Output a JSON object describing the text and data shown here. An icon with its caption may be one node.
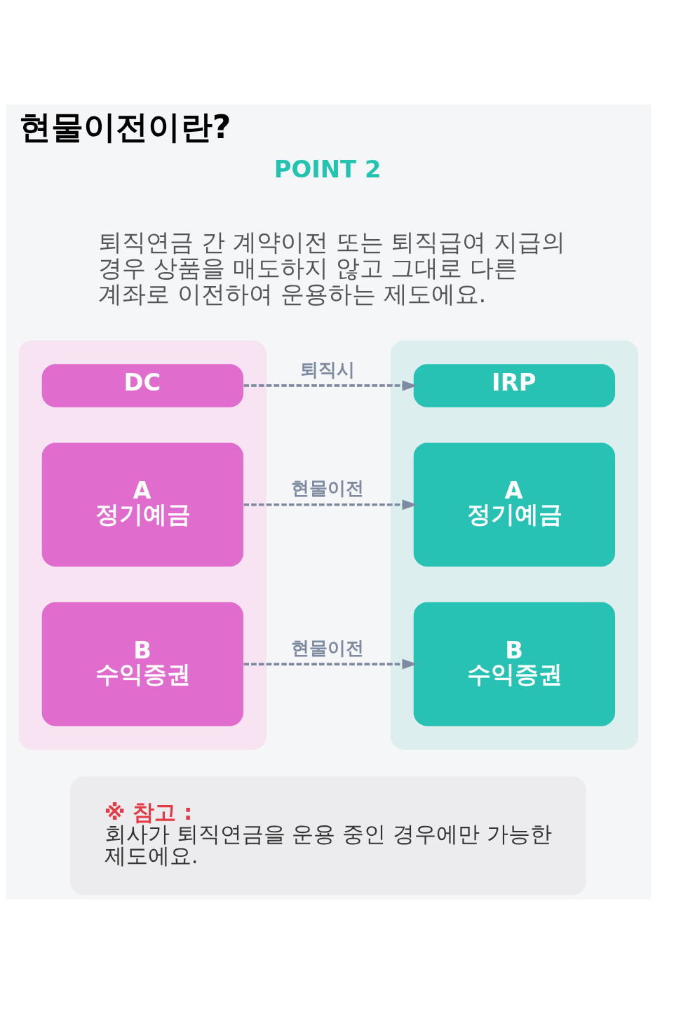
{
  "diagram": {
    "title": "현물이전이란?",
    "nodes": [
      {
        "text": [],
        "shape": "box"
      },
      {
        "text": [
          "DC"
        ],
        "in": 0
      },
      {
        "text": [
          "A",
          "정기예금"
        ],
        "in": 0
      },
      {
        "text": [
          "B",
          "수익증권"
        ],
        "in": 0
      },
      {
        "text": [],
        "shape": "box"
      },
      {
        "text": [
          "IRP"
        ],
        "in": 4
      },
      {
        "text": [
          "A",
          "정기예금"
        ],
        "in": 4
      },
      {
        "text": [
          "B",
          "수익증권"
        ],
        "in": 4
      },
      {
        "text": [
          "※ 참고 :",
          "회사가 퇴직연금을 운용 중인 경우에만 가능한 제도에요."
        ]
      }
    ],
    "edges": [
      {
        "from": 1,
        "to": 5,
        "arrow": "to",
        "label": "퇴직시",
        "style": "dashed"
      },
      {
        "from": 2,
        "to": 6,
        "arrow": "to",
        "label": "현물이전",
        "style": "dashed"
      },
      {
        "from": 3,
        "to": 7,
        "arrow": "to",
        "label": "현물이전",
        "style": "dashed"
      }
    ],
    "labels": [
      "POINT 2",
      "퇴직연금 간 계약이전 또는 퇴직급여 지급의 경우 상품을 매도하지 않고 그대로 다른 계좌로 이전하여 운용하는 제도에요."
    ]
  }
}
